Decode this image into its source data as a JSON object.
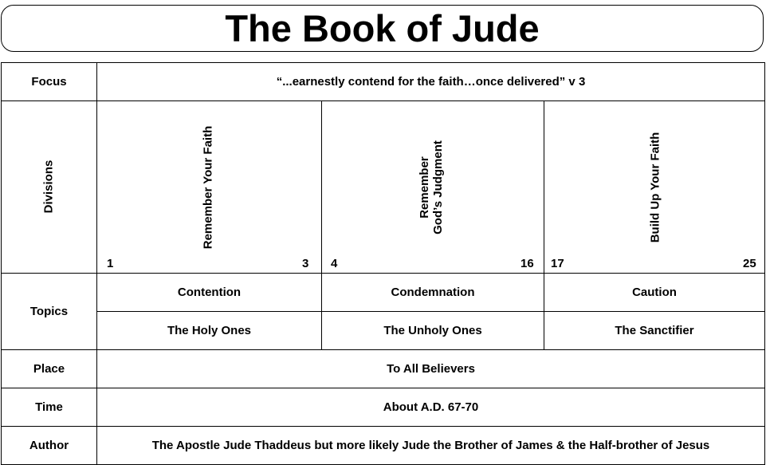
{
  "title": "The Book of Jude",
  "rows": {
    "focus": {
      "label": "Focus",
      "value": "“...earnestly contend for the faith…once delivered” v 3"
    },
    "divisions": {
      "label": "Divisions",
      "items": [
        {
          "lines": [
            "Remember Your Faith"
          ],
          "start": "1",
          "end": "3"
        },
        {
          "lines": [
            "Remember",
            "God’s Judgment"
          ],
          "start": "4",
          "end": "16"
        },
        {
          "lines": [
            "Build Up Your Faith"
          ],
          "start": "17",
          "end": "25"
        }
      ]
    },
    "topics": {
      "label": "Topics",
      "row1": [
        "Contention",
        "Condemnation",
        "Caution"
      ],
      "row2": [
        "The Holy Ones",
        "The Unholy Ones",
        "The Sanctifier"
      ]
    },
    "place": {
      "label": "Place",
      "value": "To All Believers"
    },
    "time": {
      "label": "Time",
      "value": "About A.D. 67-70"
    },
    "author": {
      "label": "Author",
      "value": "The Apostle Jude Thaddeus but more likely Jude the Brother of James & the Half-brother of Jesus"
    }
  }
}
